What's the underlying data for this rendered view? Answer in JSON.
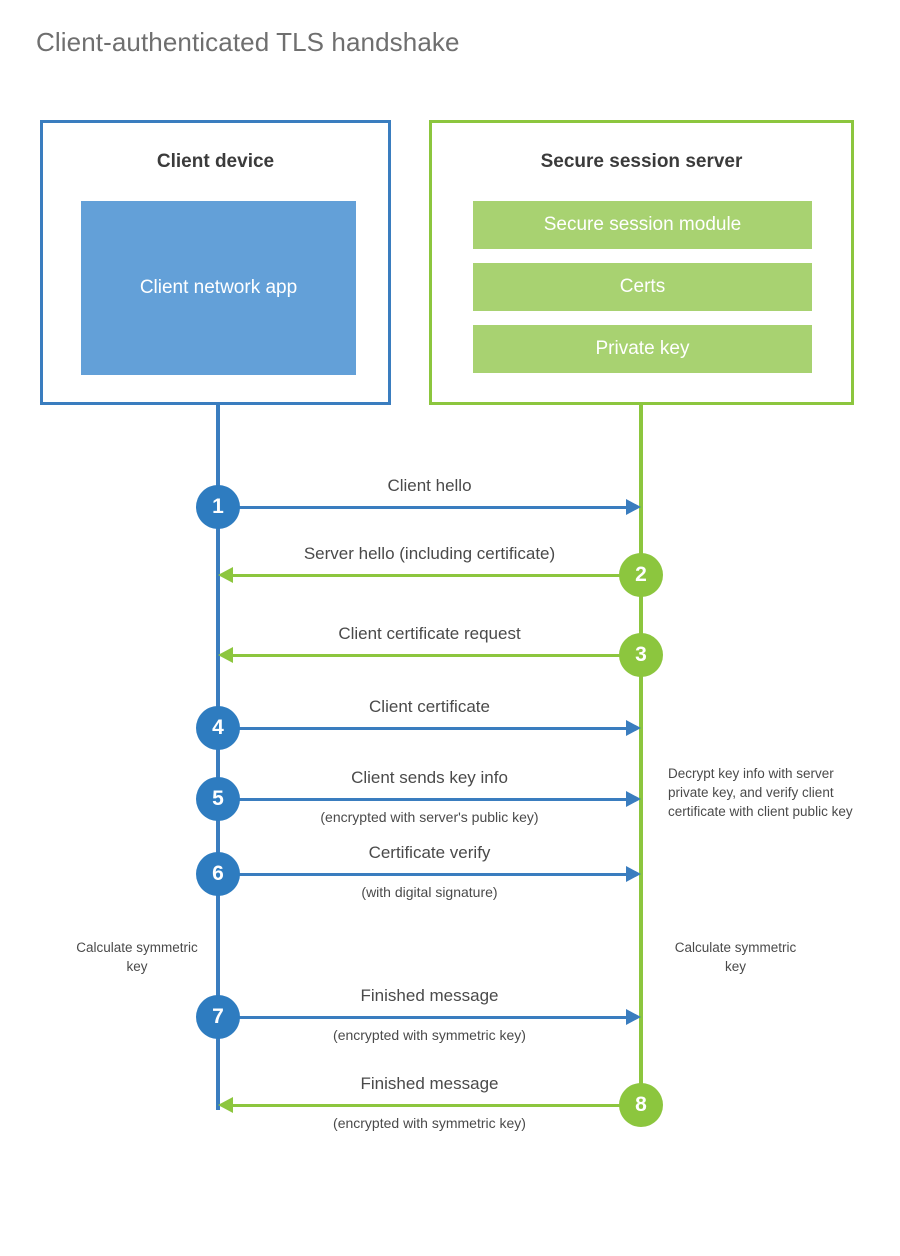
{
  "title": "Client-authenticated TLS handshake",
  "colors": {
    "client_blue": "#3a7dbf",
    "client_app_blue": "#63a0d8",
    "step_blue": "#2e7cc0",
    "server_green": "#8cc63e",
    "server_block_green": "#a8d271",
    "text_gray": "#4a4a4a",
    "title_gray": "#6f6f6f"
  },
  "actors": {
    "client": {
      "title": "Client device",
      "blocks": [
        {
          "label": "Client network app"
        }
      ]
    },
    "server": {
      "title": "Secure session server",
      "blocks": [
        {
          "label": "Secure session module"
        },
        {
          "label": "Certs"
        },
        {
          "label": "Private key"
        }
      ]
    }
  },
  "messages": [
    {
      "step": "1",
      "label": "Client hello",
      "sublabel": "",
      "direction": "client-to-server",
      "color": "blue"
    },
    {
      "step": "2",
      "label": "Server hello (including certificate)",
      "sublabel": "",
      "direction": "server-to-client",
      "color": "green"
    },
    {
      "step": "3",
      "label": "Client certificate request",
      "sublabel": "",
      "direction": "server-to-client",
      "color": "green"
    },
    {
      "step": "4",
      "label": "Client certificate",
      "sublabel": "",
      "direction": "client-to-server",
      "color": "blue"
    },
    {
      "step": "5",
      "label": "Client sends key info",
      "sublabel": "(encrypted with server's public key)",
      "direction": "client-to-server",
      "color": "blue"
    },
    {
      "step": "6",
      "label": "Certificate verify",
      "sublabel": "(with digital signature)",
      "direction": "client-to-server",
      "color": "blue"
    },
    {
      "step": "7",
      "label": "Finished message",
      "sublabel": "(encrypted with symmetric key)",
      "direction": "client-to-server",
      "color": "blue"
    },
    {
      "step": "8",
      "label": "Finished message",
      "sublabel": "(encrypted with symmetric key)",
      "direction": "server-to-client",
      "color": "green"
    }
  ],
  "notes": {
    "server_decrypt": "Decrypt key info with server private key, and verify client certificate with client public key",
    "client_calculate": "Calculate symmetric key",
    "server_calculate": "Calculate symmetric key"
  }
}
